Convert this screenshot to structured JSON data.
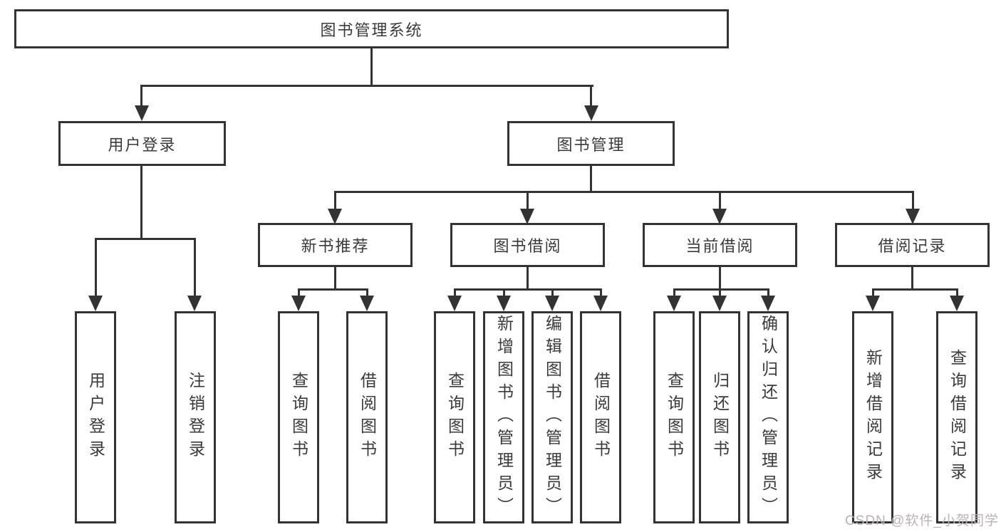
{
  "tree": {
    "root": {
      "label": "图书管理系统",
      "children": [
        {
          "label": "用户登录",
          "children": [
            {
              "label": "用户登录"
            },
            {
              "label": "注销登录"
            }
          ]
        },
        {
          "label": "图书管理",
          "children": [
            {
              "label": "新书推荐",
              "children": [
                {
                  "label": "查询图书"
                },
                {
                  "label": "借阅图书"
                }
              ]
            },
            {
              "label": "图书借阅",
              "children": [
                {
                  "label": "查询图书"
                },
                {
                  "label": "新增图书（管理员）"
                },
                {
                  "label": "编辑图书（管理员）"
                },
                {
                  "label": "借阅图书"
                }
              ]
            },
            {
              "label": "当前借阅",
              "children": [
                {
                  "label": "查询图书"
                },
                {
                  "label": "归还图书"
                },
                {
                  "label": "确认归还（管理员）"
                }
              ]
            },
            {
              "label": "借阅记录",
              "children": [
                {
                  "label": "新增借阅记录"
                },
                {
                  "label": "查询借阅记录"
                }
              ]
            }
          ]
        }
      ]
    }
  },
  "watermark": {
    "text": "CSDN @软件_小贺同学"
  },
  "colors": {
    "line": "#333333",
    "text": "#3a3a3a",
    "watermark": "#b9b3b3",
    "background": "#ffffff"
  }
}
